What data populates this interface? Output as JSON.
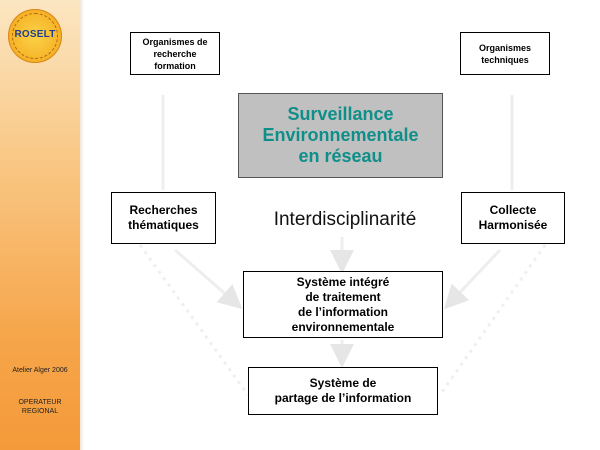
{
  "sidebar": {
    "logo_text": "ROSELT",
    "event": "Atelier Alger 2006",
    "operator": "OPERATEUR\nREGIONAL"
  },
  "diagram": {
    "top_left": "Organismes de\nrecherche\nformation",
    "top_right": "Organismes\ntechniques",
    "center": "Surveillance\nEnvironnementale\nen réseau",
    "left": "Recherches\nthématiques",
    "right": "Collecte\nHarmonisée",
    "keyword": "Interdisciplinarité",
    "processing": "Système intégré\nde traitement\nde l’information\nenvironnementale",
    "sharing": "Système de\npartage de l’information"
  },
  "colors": {
    "sidebar_orange": "#f49a3a",
    "title_teal": "#0f8f8a",
    "center_gray": "#c0c0c0",
    "faint_arrows": "#eaeaea"
  }
}
